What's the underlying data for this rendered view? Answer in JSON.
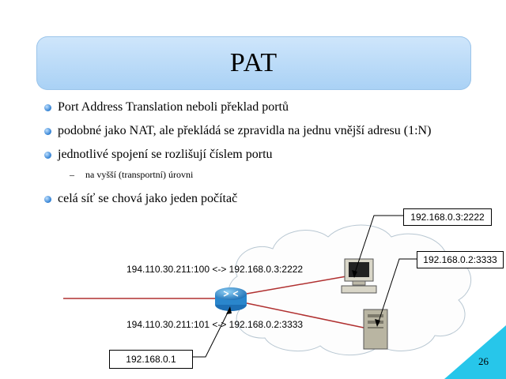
{
  "title": "PAT",
  "bullets": [
    "Port Address Translation neboli překlad portů",
    "podobné jako NAT, ale překládá se zpravidla na jednu vnější adresu (1:N)",
    "jednotlivé spojení se rozlišují číslem portu",
    "celá síť se chová jako jeden počítač"
  ],
  "sub_bullet": "na vyšší (transportní) úrovni",
  "sub_dash": "–",
  "diagram": {
    "mapping_top": "194.110.30.211:100 <-> 192.168.0.3:2222",
    "mapping_bottom": "194.110.30.211:101 <-> 192.168.0.2:3333",
    "label_pc": "192.168.0.3:2222",
    "label_server": "192.168.0.2:3333",
    "label_router": "192.168.0.1"
  },
  "colors": {
    "accent": "#27c6ea",
    "link": "#b03030",
    "title_bg": "#a9d1f5"
  },
  "page_number": "26"
}
